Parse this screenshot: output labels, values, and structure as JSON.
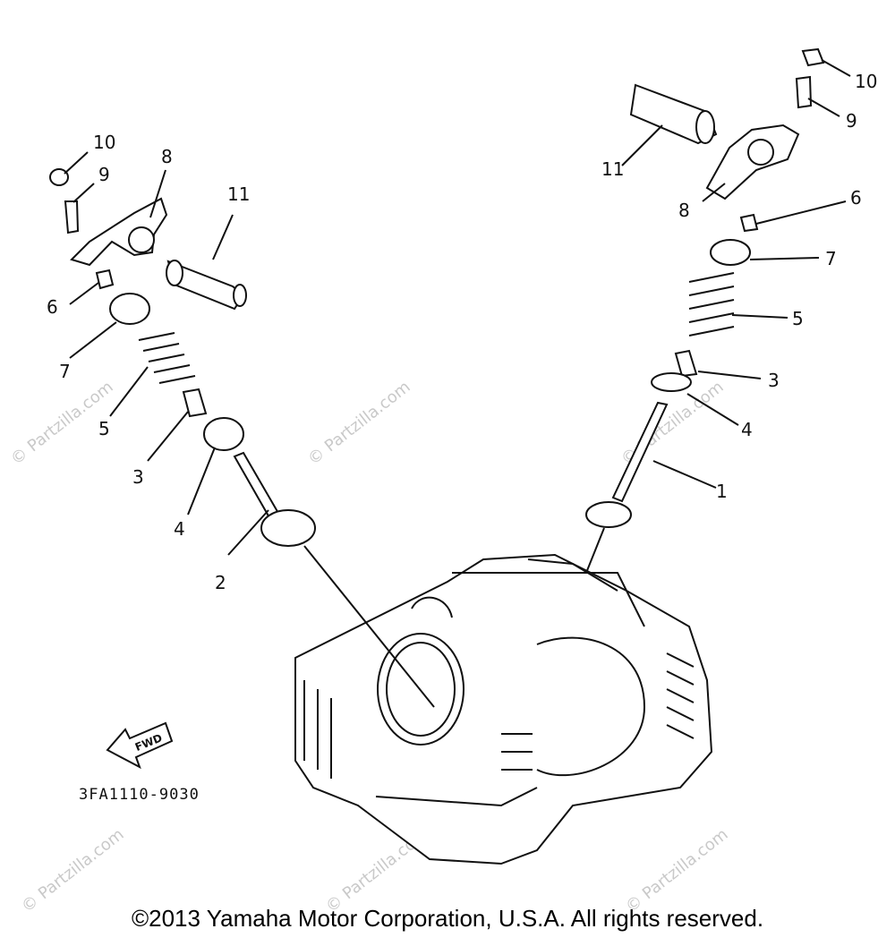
{
  "diagram_code": "3FA1110-9030",
  "fwd_label": "FWD",
  "copyright": "©2013 Yamaha Motor Corporation, U.S.A. All rights reserved.",
  "watermark": "© Partzilla.com",
  "callouts": {
    "left": {
      "c10": "10",
      "c9": "9",
      "c8": "8",
      "c11": "11",
      "c6": "6",
      "c7": "7",
      "c5": "5",
      "c3": "3",
      "c4": "4",
      "c2": "2"
    },
    "right": {
      "c10": "10",
      "c9": "9",
      "c11": "11",
      "c8": "8",
      "c6": "6",
      "c7": "7",
      "c5": "5",
      "c3": "3",
      "c4": "4",
      "c1": "1"
    }
  }
}
